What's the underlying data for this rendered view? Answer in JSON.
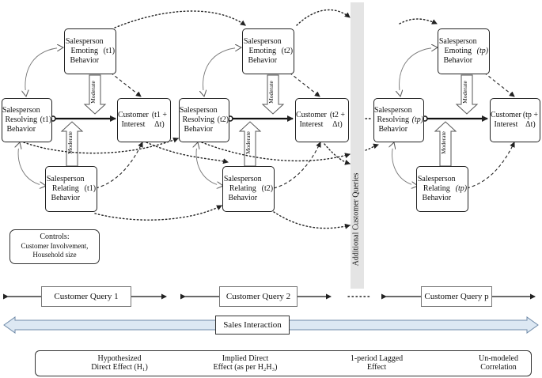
{
  "nodes": {
    "emoting": {
      "name": "Salesperson\nEmoting\nBehavior",
      "periods": [
        "(t1)",
        "(t2)",
        "(tp)"
      ]
    },
    "resolving": {
      "name": "Salesperson\nResolving\nBehavior",
      "periods": [
        "(t1)",
        "(t2)",
        "(tp)"
      ]
    },
    "relating": {
      "name": "Salesperson\nRelating\nBehavior",
      "periods": [
        "(t1)",
        "(t2)",
        "(tp)"
      ]
    },
    "interest": {
      "name": "Customer\nInterest",
      "periods": [
        "(t1 + Δt)",
        "(t2 + Δt)",
        "(tp + Δt)"
      ]
    }
  },
  "moderate_label": "Moderate",
  "controls": {
    "title": "Controls:",
    "body": "Customer Involvement,\nHousehold size"
  },
  "additional_queries_label": "Additional Customer Queries",
  "queries": [
    "Customer Query 1",
    "Customer Query 2",
    "Customer Query p"
  ],
  "sales_interaction_label": "Sales Interaction",
  "legend": [
    {
      "label": "Hypothesized\nDirect Effect (H₁)",
      "icon": "solid-arrow-icon"
    },
    {
      "label": "Implied Direct\nEffect (as per H₂H₃)",
      "icon": "dashed-arrow-icon"
    },
    {
      "label": "1-period Lagged\nEffect",
      "icon": "dotted-arrow-icon"
    },
    {
      "label": "Un-modeled\nCorrelation",
      "icon": "curved-correlation-icon"
    }
  ],
  "colors": {
    "band_fill": "#dde8f3",
    "band_stroke": "#6f8aa8",
    "grey_strip": "#e4e4e4",
    "line": "#222222"
  }
}
